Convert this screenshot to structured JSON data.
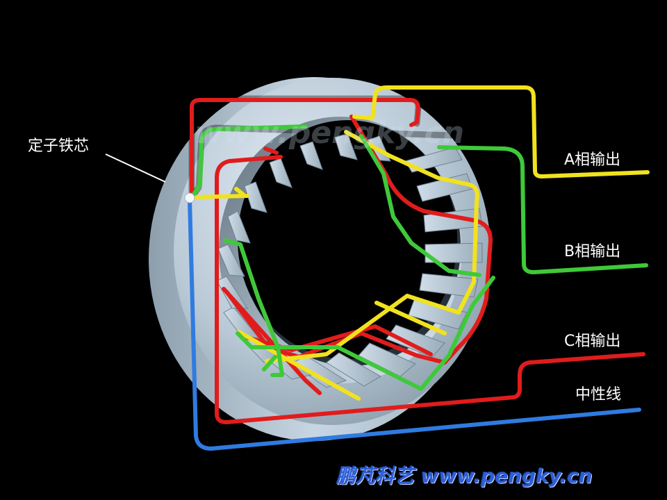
{
  "labels": {
    "stator_core": "定子铁芯",
    "phase_a": "A相输出",
    "phase_b": "B相输出",
    "phase_c": "C相输出",
    "neutral": "中性线"
  },
  "watermark": "www.pengky.cn",
  "credit": "鹏芃科艺 www.pengky.cn",
  "colors": {
    "background": "#000000",
    "stator": "#c4d3df",
    "phase_a": "#f2e21e",
    "phase_b": "#3fc93a",
    "phase_c": "#e01c1c",
    "neutral": "#2f7be0",
    "credit": "#2f5fd6"
  }
}
